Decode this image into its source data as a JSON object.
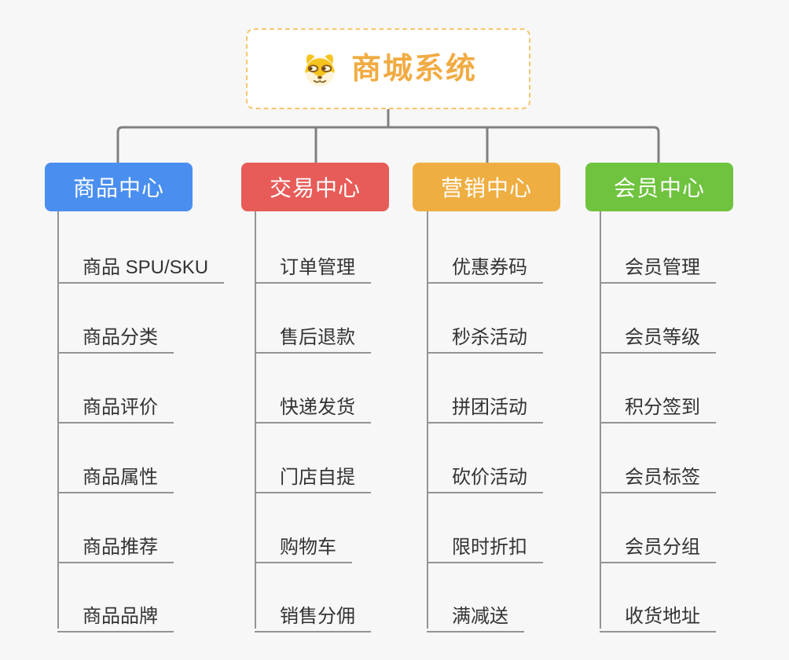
{
  "root": {
    "title": "商城系统",
    "icon": "doge-dog-face-icon"
  },
  "branches": [
    {
      "label": "商品中心",
      "color": "#4a8ff0",
      "items": [
        "商品 SPU/SKU",
        "商品分类",
        "商品评价",
        "商品属性",
        "商品推荐",
        "商品品牌"
      ]
    },
    {
      "label": "交易中心",
      "color": "#e75c58",
      "items": [
        "订单管理",
        "售后退款",
        "快递发货",
        "门店自提",
        "购物车",
        "销售分佣"
      ]
    },
    {
      "label": "营销中心",
      "color": "#efae41",
      "items": [
        "优惠券码",
        "秒杀活动",
        "拼团活动",
        "砍价活动",
        "限时折扣",
        "满减送"
      ]
    },
    {
      "label": "会员中心",
      "color": "#6fc33f",
      "items": [
        "会员管理",
        "会员等级",
        "积分签到",
        "会员标签",
        "会员分组",
        "收货地址"
      ]
    }
  ],
  "colors": {
    "background": "#f7f7f7",
    "connector": "#808080",
    "leaf_line": "#949494",
    "leaf_text": "#333333",
    "root_border": "#f6c670",
    "root_text": "#f1ab43"
  }
}
